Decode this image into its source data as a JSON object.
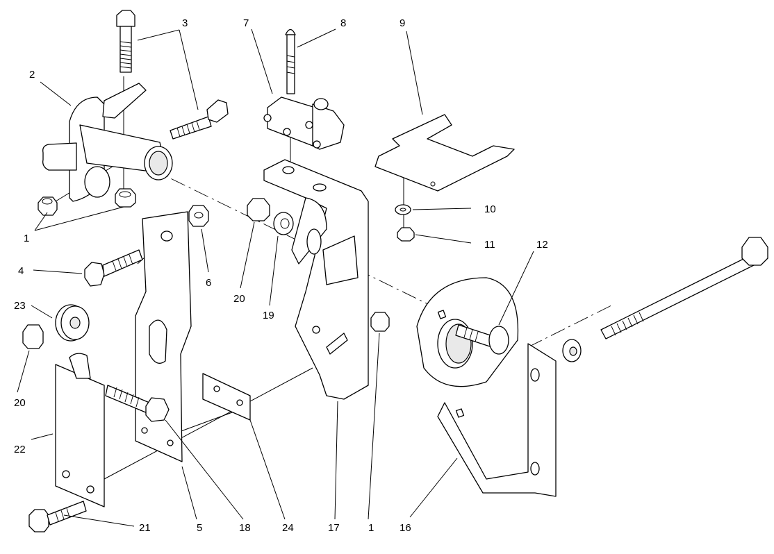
{
  "diagram": {
    "callouts": {
      "c1a": "1",
      "c1b": "1",
      "c2": "2",
      "c3": "3",
      "c4": "4",
      "c5": "5",
      "c6": "6",
      "c7": "7",
      "c8": "8",
      "c9": "9",
      "c10": "10",
      "c11": "11",
      "c12": "12",
      "c16": "16",
      "c17": "17",
      "c18": "18",
      "c19": "19",
      "c20a": "20",
      "c20b": "20",
      "c21": "21",
      "c22": "22",
      "c23": "23",
      "c24": "24"
    }
  }
}
